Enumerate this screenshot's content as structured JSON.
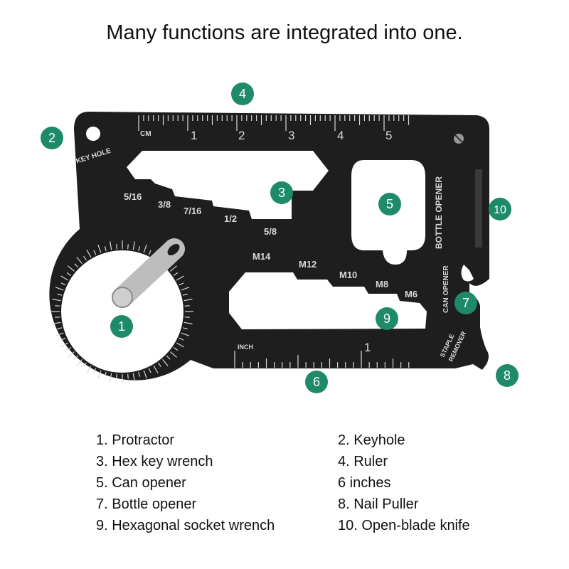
{
  "title": "Many functions are integrated into one.",
  "card_labels": {
    "cm": "CM",
    "inch": "INCH",
    "key_hole": "KEY HOLE",
    "bottle_opener": "BOTTLE OPENER",
    "can_opener": "CAN OPENER",
    "staple_remover_1": "STAPLE",
    "staple_remover_2": "REMOVER",
    "cm_numbers": [
      "1",
      "2",
      "3",
      "4",
      "5"
    ],
    "inch_number": "1",
    "hex_sizes_top": [
      "5/16",
      "3/8",
      "7/16",
      "1/2",
      "5/8"
    ],
    "hex_sizes_bottom": [
      "M14",
      "M12",
      "M10",
      "M8",
      "M6"
    ]
  },
  "badges": [
    "1",
    "2",
    "3",
    "4",
    "5",
    "6",
    "7",
    "8",
    "9",
    "10"
  ],
  "legend_left": [
    "1. Protractor",
    "3. Hex key wrench",
    "5. Can opener",
    "7. Bottle opener",
    "9. Hexagonal socket wrench"
  ],
  "legend_right": [
    "2. Keyhole",
    "4. Ruler",
    "6 inches",
    "8. Nail Puller",
    "10. Open-blade knife"
  ],
  "colors": {
    "card": "#1e1e1e",
    "badge": "#1f8a6a",
    "engraving": "#d8d8d8",
    "arm": "#bdbdbd"
  }
}
